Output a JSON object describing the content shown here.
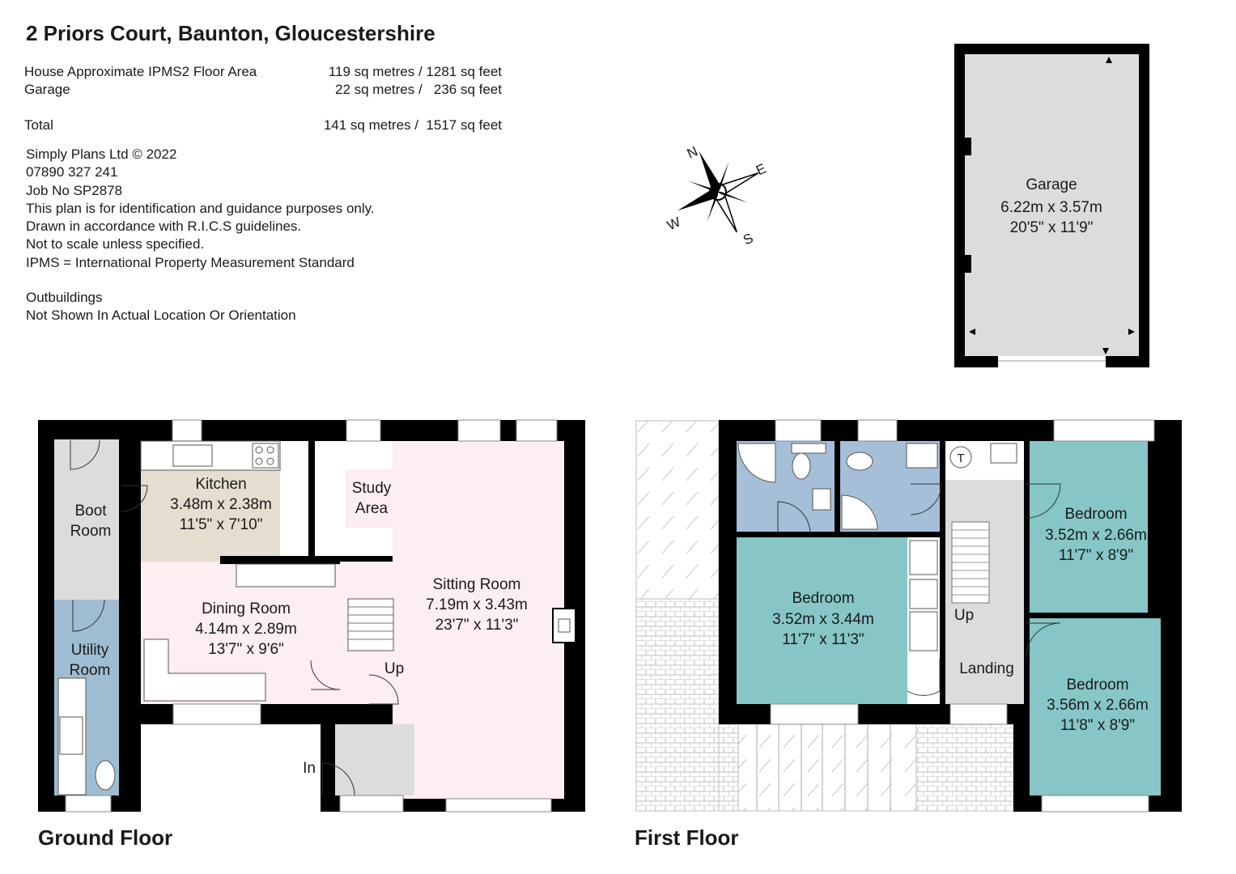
{
  "title": "2 Priors Court, Baunton, Gloucestershire",
  "areas": [
    {
      "label": "House Approximate IPMS2 Floor Area",
      "value": "119 sq metres / 1281 sq feet"
    },
    {
      "label": "Garage",
      "value": "22 sq metres /   236 sq feet"
    },
    {
      "label": "Total",
      "value": "141 sq metres /  1517 sq feet"
    }
  ],
  "notes": [
    "Simply Plans Ltd © 2022",
    "07890 327 241",
    "Job No SP2878",
    "This plan is for identification and guidance purposes only.",
    "Drawn in accordance with R.I.C.S guidelines.",
    "Not to scale unless specified.",
    "IPMS = International Property Measurement Standard"
  ],
  "outbuildings_note": [
    "Outbuildings",
    "Not Shown In Actual Location Or Orientation"
  ],
  "compass": {
    "n": "N",
    "e": "E",
    "s": "S",
    "w": "W"
  },
  "ground_floor": {
    "label": "Ground Floor",
    "rooms": {
      "boot_room": [
        "Boot",
        "Room"
      ],
      "utility_room": [
        "Utility",
        "Room"
      ],
      "kitchen": [
        "Kitchen",
        "3.48m x 2.38m",
        "11'5\" x 7'10\""
      ],
      "study_area": [
        "Study",
        "Area"
      ],
      "dining_room": [
        "Dining Room",
        "4.14m x 2.89m",
        "13'7\" x 9'6\""
      ],
      "sitting_room": [
        "Sitting Room",
        "7.19m x 3.43m",
        "23'7\" x 11'3\""
      ]
    },
    "up_label": "Up",
    "in_label": "In"
  },
  "first_floor": {
    "label": "First Floor",
    "rooms": {
      "bedroom_main": [
        "Bedroom",
        "3.52m x 3.44m",
        "11'7\" x 11'3\""
      ],
      "bedroom_top_right": [
        "Bedroom",
        "3.52m x 2.66m",
        "11'7\" x 8'9\""
      ],
      "bedroom_bottom_right": [
        "Bedroom",
        "3.56m x 2.66m",
        "11'8\" x 8'9\""
      ],
      "landing": "Landing"
    },
    "up_label": "Up"
  },
  "garage": {
    "name": "Garage",
    "metric": "6.22m x 3.57m",
    "imperial": "20'5\" x 11'9\""
  },
  "colors": {
    "wall": "#000000",
    "boot_room": "#dcdcdc",
    "utility": "#9fbdd2",
    "kitchen": "#e5ddd0",
    "living": "#fdeef2",
    "hall": "#dcdcdc",
    "bathroom": "#a6bfd9",
    "bedroom": "#86c6c6",
    "landing": "#dcdcdc",
    "garage": "#dcdcdc"
  }
}
